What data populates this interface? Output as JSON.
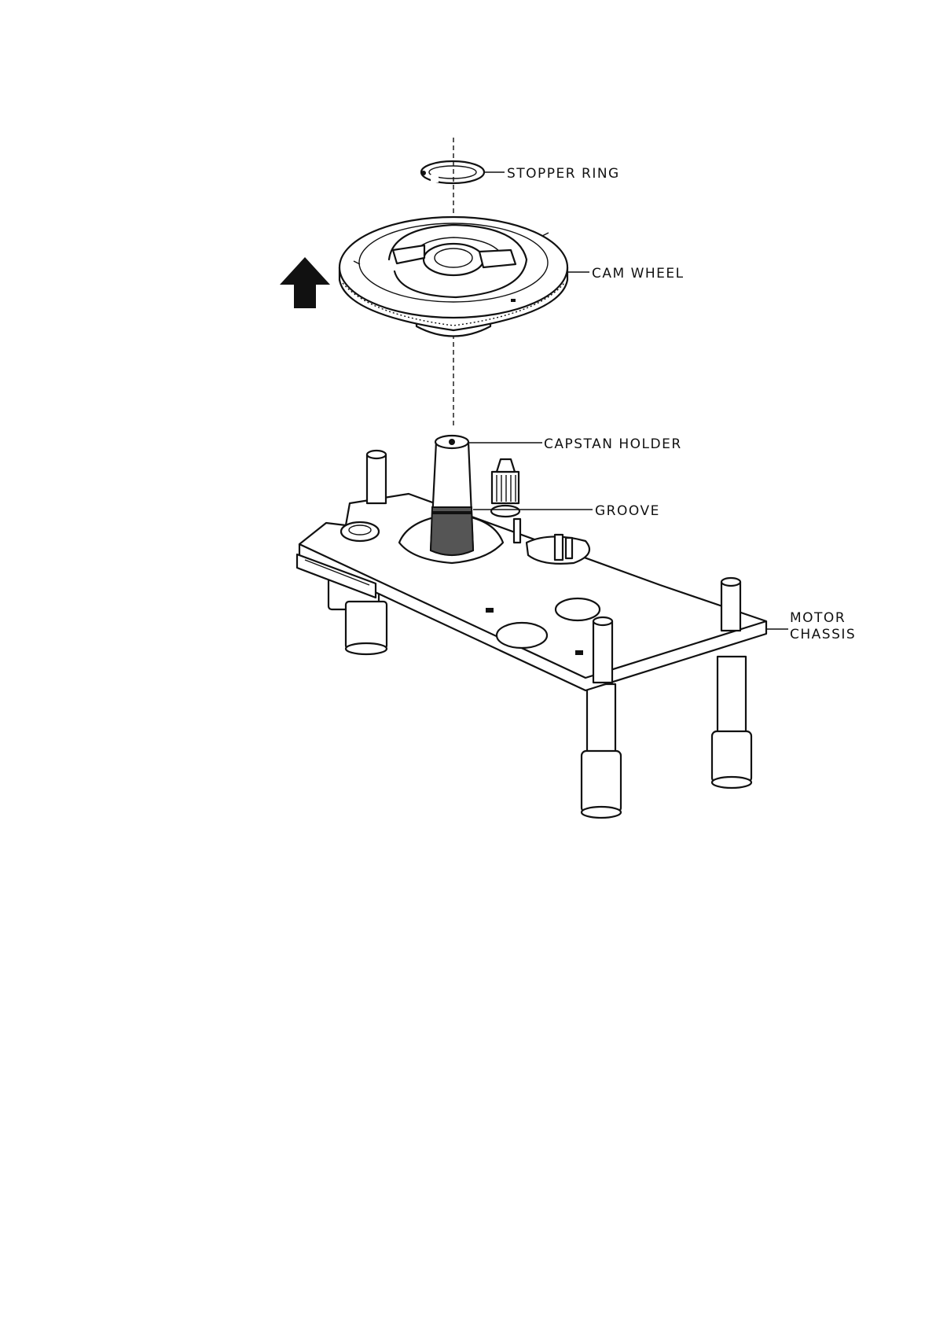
{
  "labels": {
    "stopper_ring": "STOPPER RING",
    "cam_wheel": "CAM WHEEL",
    "capstan_holder": "CAPSTAN HOLDER",
    "groove": "GROOVE",
    "motor_chassis_line1": "MOTOR",
    "motor_chassis_line2": "CHASSIS"
  },
  "colors": {
    "ink": "#111111",
    "paper": "#ffffff"
  },
  "icons": {
    "direction_arrow": "up-arrow-icon"
  }
}
